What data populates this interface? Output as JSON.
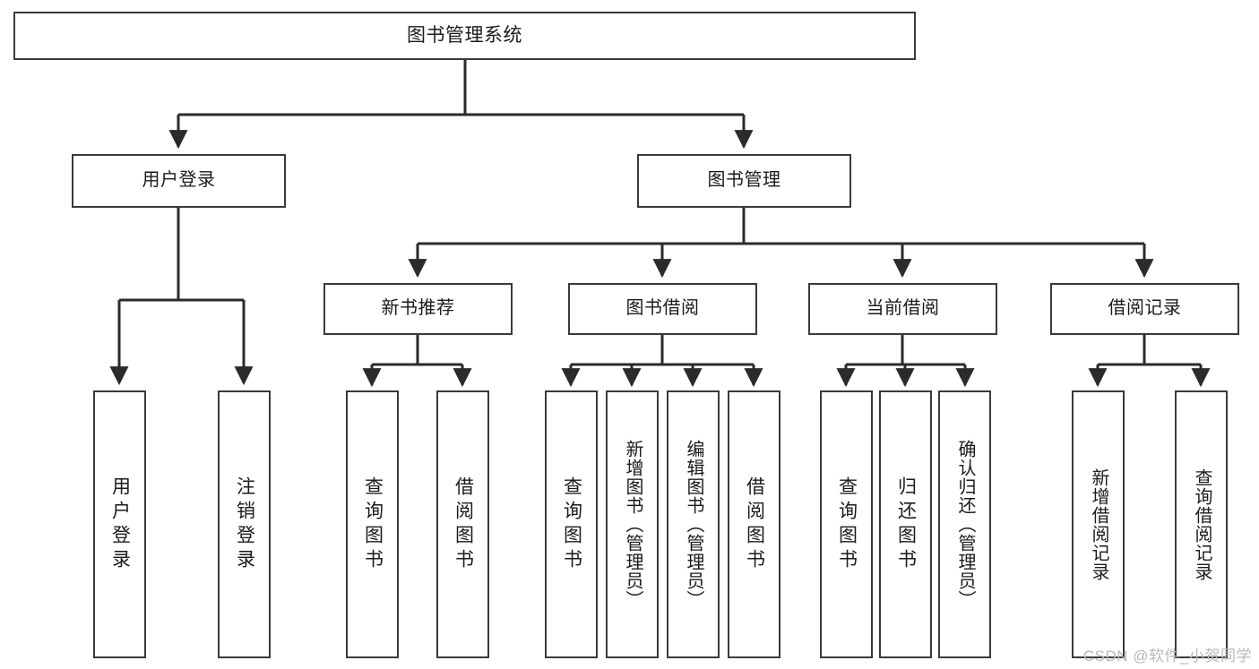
{
  "diagram": {
    "type": "tree-hierarchy-diagram",
    "title": "图书管理系统",
    "watermark": "CSDN @软件_小贺同学",
    "colors": {
      "box_border": "#3a3a3a",
      "box_fill": "#ffffff",
      "connector": "#2b2b2b",
      "text": "#1b1b1b",
      "watermark": "#b9b9b9"
    },
    "nodes": {
      "root": {
        "label": "图书管理系统"
      },
      "level1": [
        {
          "id": "user-login",
          "label": "用户登录"
        },
        {
          "id": "book-manage",
          "label": "图书管理"
        }
      ],
      "level2": [
        {
          "id": "new-book-recommend",
          "label": "新书推荐"
        },
        {
          "id": "book-borrow",
          "label": "图书借阅"
        },
        {
          "id": "current-borrow",
          "label": "当前借阅"
        },
        {
          "id": "borrow-record",
          "label": "借阅记录"
        }
      ],
      "leaves": {
        "user-login": [
          {
            "id": "leaf-user-login",
            "label": "用户登录"
          },
          {
            "id": "leaf-logout-login",
            "label": "注销登录"
          }
        ],
        "new-book-recommend": [
          {
            "id": "leaf-query-book-1",
            "label": "查询图书"
          },
          {
            "id": "leaf-borrow-book-1",
            "label": "借阅图书"
          }
        ],
        "book-borrow": [
          {
            "id": "leaf-query-book-2",
            "label": "查询图书"
          },
          {
            "id": "leaf-add-book",
            "label": "新增图书（管理员）"
          },
          {
            "id": "leaf-edit-book",
            "label": "编辑图书（管理员）"
          },
          {
            "id": "leaf-borrow-book-2",
            "label": "借阅图书"
          }
        ],
        "current-borrow": [
          {
            "id": "leaf-query-book-3",
            "label": "查询图书"
          },
          {
            "id": "leaf-return-book",
            "label": "归还图书"
          },
          {
            "id": "leaf-confirm-return",
            "label": "确认归还（管理员）"
          }
        ],
        "borrow-record": [
          {
            "id": "leaf-add-record",
            "label": "新增借阅记录"
          },
          {
            "id": "leaf-query-record",
            "label": "查询借阅记录"
          }
        ]
      }
    }
  }
}
